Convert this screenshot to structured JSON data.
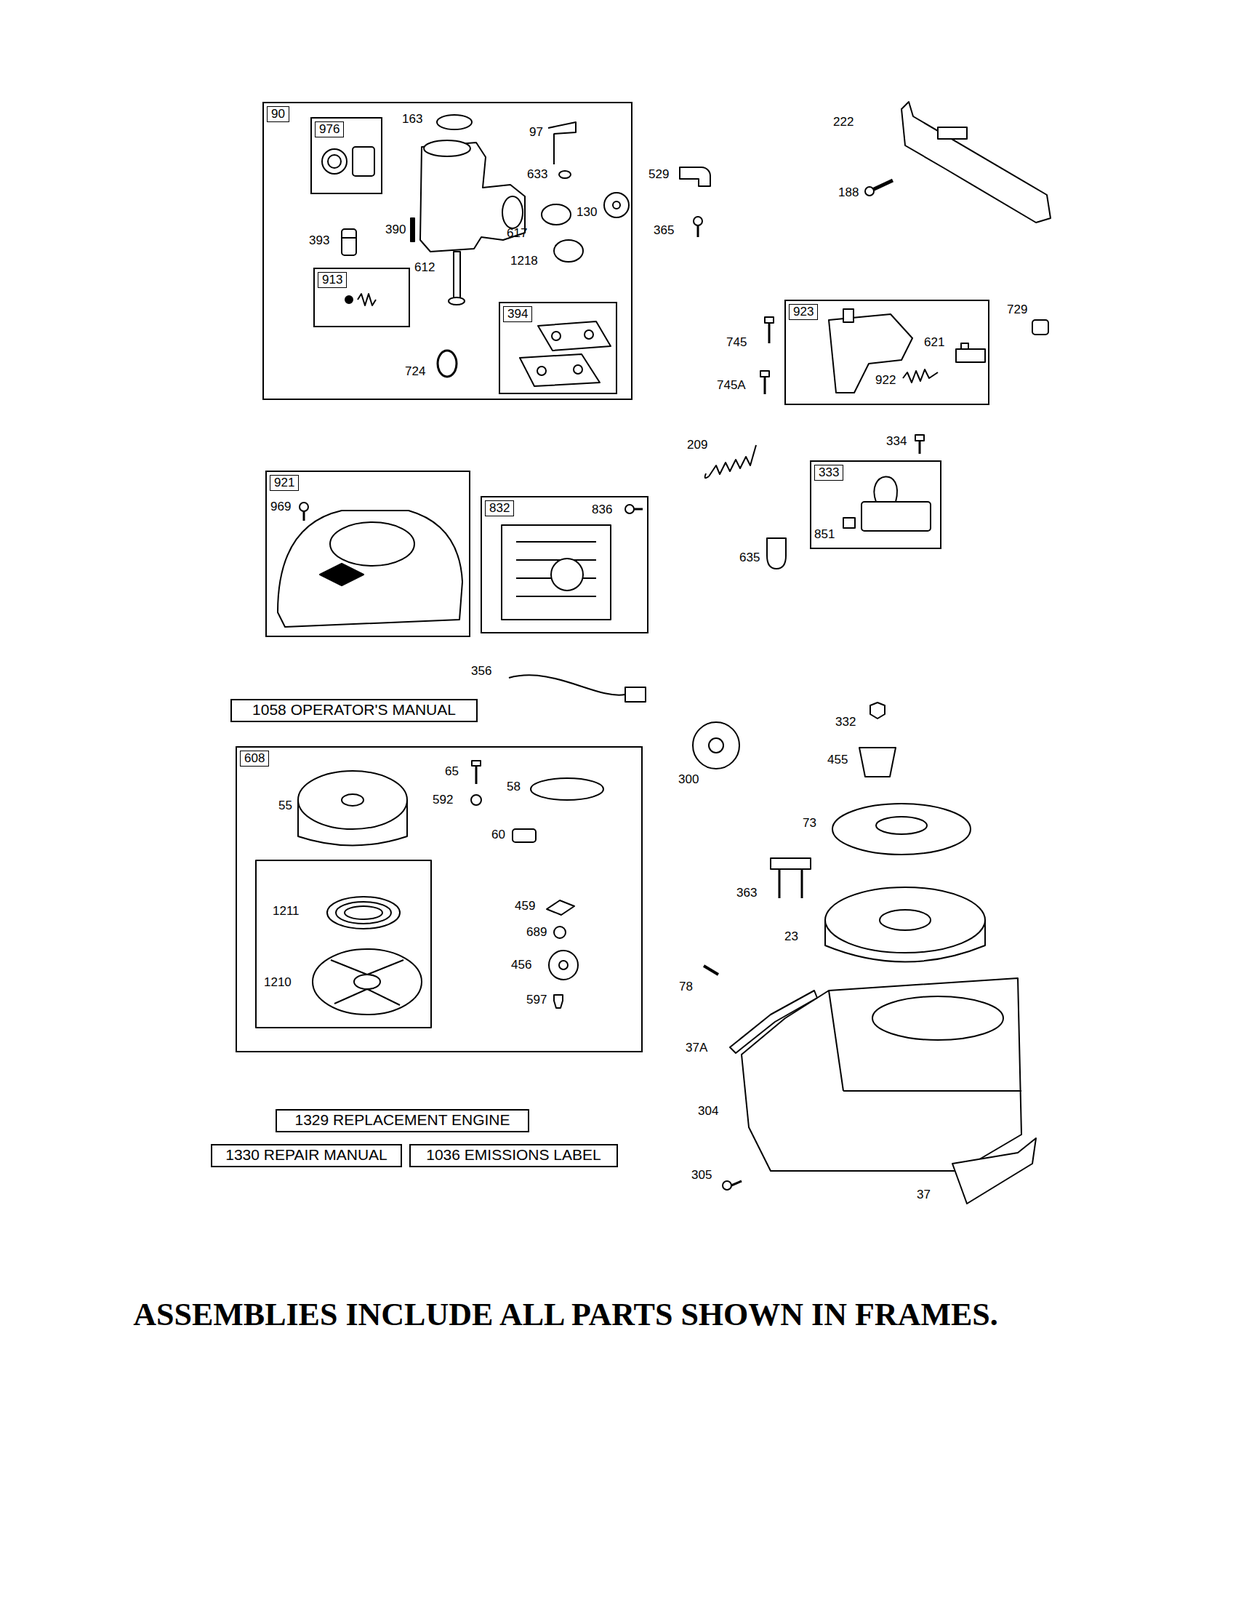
{
  "diagram": {
    "caption": "ASSEMBLIES INCLUDE ALL PARTS SHOWN IN FRAMES.",
    "nodes": [
      {
        "text": [
          "90"
        ]
      },
      {
        "text": [
          "976"
        ],
        "in": 0
      },
      {
        "text": [
          "913"
        ],
        "in": 0
      },
      {
        "text": [
          "394"
        ],
        "in": 0
      },
      {
        "text": [
          "923"
        ]
      },
      {
        "text": [
          "921"
        ]
      },
      {
        "text": [
          "832"
        ]
      },
      {
        "text": [
          "333"
        ]
      },
      {
        "text": [
          "1058 OPERATOR'S MANUAL"
        ]
      },
      {
        "text": [
          "608"
        ]
      },
      {
        "text": [
          "1329 REPLACEMENT ENGINE"
        ]
      },
      {
        "text": [
          "1330 REPAIR MANUAL"
        ]
      },
      {
        "text": [
          "1036 EMISSIONS LABEL"
        ]
      }
    ],
    "labels": [
      "163",
      "97",
      "633",
      "130",
      "617",
      "1218",
      "390",
      "393",
      "612",
      "724",
      "529",
      "365",
      "222",
      "188",
      "745",
      "745A",
      "621",
      "922",
      "729",
      "209",
      "334",
      "851",
      "635",
      "969",
      "836",
      "356",
      "65",
      "58",
      "592",
      "55",
      "60",
      "459",
      "689",
      "456",
      "597",
      "1211",
      "1210",
      "332",
      "455",
      "300",
      "73",
      "363",
      "23",
      "78",
      "37A",
      "304",
      "305",
      "37"
    ]
  }
}
